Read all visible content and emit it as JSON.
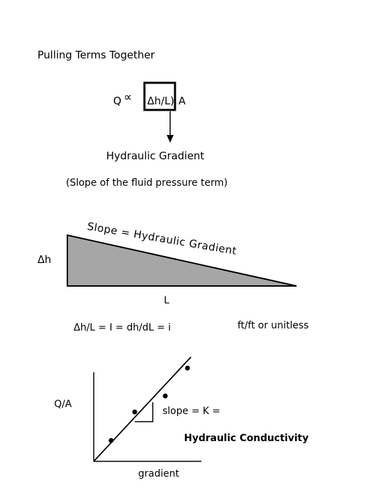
{
  "title": "Pulling Terms Together",
  "equation": {
    "q": "Q",
    "proportional": "∝",
    "boxed": "Δh/L)",
    "a": "A"
  },
  "gradient_label": "Hydraulic Gradient",
  "gradient_note": "(Slope of the fluid pressure term)",
  "triangle": {
    "slope_label": "Slope = Hydraulic Gradient",
    "dh": "Δh",
    "l": "L",
    "fill": "#a6a6a6"
  },
  "formula": "Δh/L = I = dh/dL = i",
  "units": "ft/ft or unitless",
  "plot": {
    "ylabel": "Q/A",
    "xlabel": "gradient",
    "slope_text": "slope = K =",
    "conductivity": "Hydraulic Conductivity"
  }
}
